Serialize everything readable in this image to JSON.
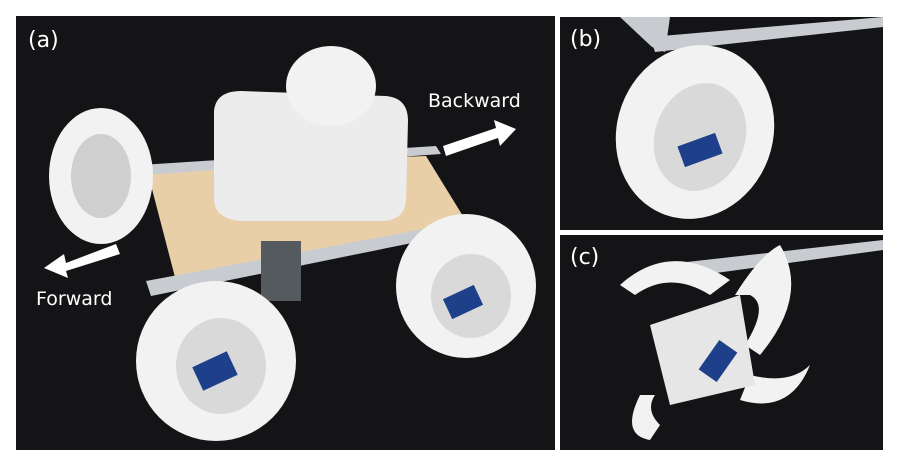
{
  "panels": {
    "a": {
      "label": "(a)",
      "forward": "Forward",
      "backward": "Backward"
    },
    "b": {
      "label": "(b)"
    },
    "c": {
      "label": "(c)"
    }
  },
  "colors": {
    "background": "#141416",
    "wheel": "#f2f2f2",
    "roller": "#2a2a2a",
    "servo": "#1e3f8a",
    "plywood": "#e8cfa8",
    "frame": "#c8ccd0"
  }
}
